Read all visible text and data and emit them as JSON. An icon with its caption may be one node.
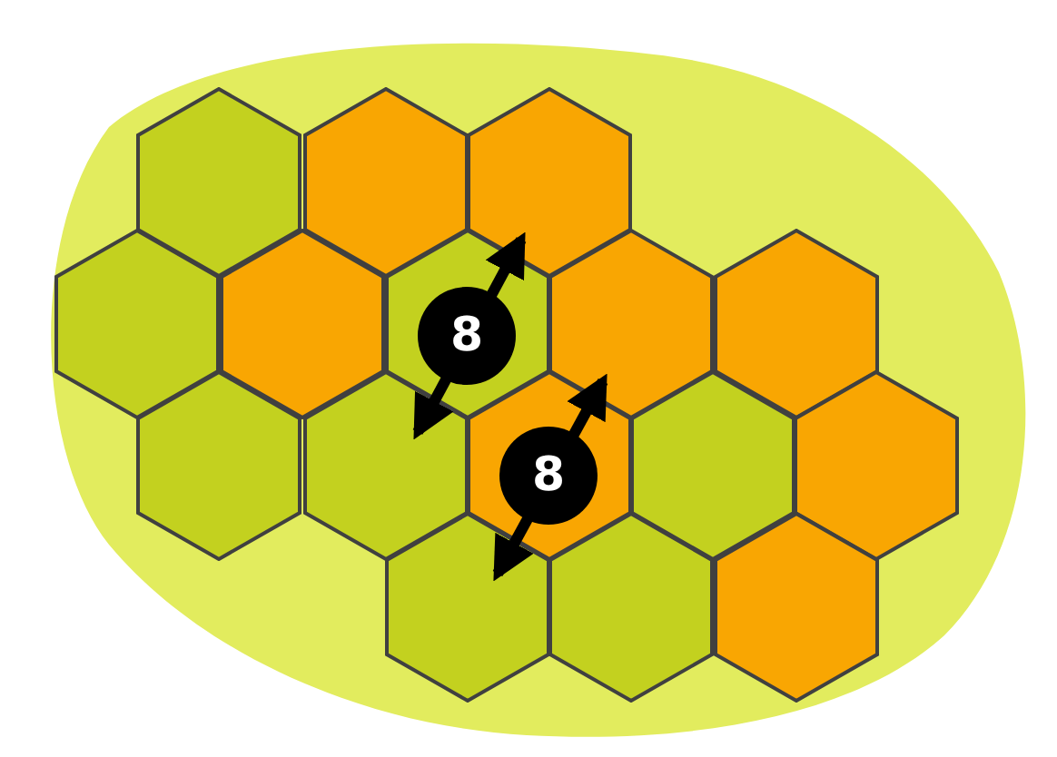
{
  "diagram": {
    "nodes": [
      {
        "text": [],
        "shape": "hexagon"
      },
      {
        "text": [],
        "shape": "hexagon"
      },
      {
        "text": [],
        "shape": "hexagon"
      },
      {
        "text": [],
        "shape": "hexagon"
      },
      {
        "text": [],
        "shape": "hexagon"
      },
      {
        "text": [],
        "shape": "hexagon"
      },
      {
        "text": [],
        "shape": "hexagon"
      },
      {
        "text": [],
        "shape": "hexagon"
      },
      {
        "text": [],
        "shape": "hexagon"
      },
      {
        "text": [],
        "shape": "hexagon"
      },
      {
        "text": [],
        "shape": "hexagon"
      },
      {
        "text": [],
        "shape": "hexagon"
      },
      {
        "text": [],
        "shape": "hexagon"
      },
      {
        "text": [],
        "shape": "hexagon"
      },
      {
        "text": [],
        "shape": "hexagon"
      },
      {
        "text": [],
        "shape": "hexagon"
      },
      {
        "text": [
          "8"
        ],
        "in": 5
      },
      {
        "text": [
          "8"
        ],
        "in": 10
      }
    ]
  }
}
